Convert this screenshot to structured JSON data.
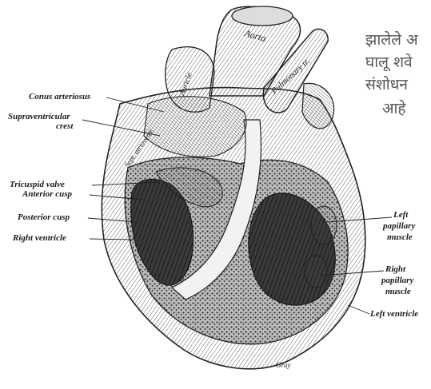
{
  "side_text": {
    "line1": "झालेले अ",
    "line2": "घालू शवे",
    "line3": "संशोधन",
    "line4": "आहे"
  },
  "labels": {
    "conus_arteriosus": "Conus arteriosus",
    "supraventricular_crest_1": "Supraventricular",
    "supraventricular_crest_2": "crest",
    "tricuspid_valve": "Tricuspid valve",
    "anterior_cusp": "Anterior cusp",
    "posterior_cusp": "Posterior cusp",
    "right_ventricle": "Right ventricle",
    "left_papillary_1": "Left",
    "left_papillary_2": "papillary",
    "left_papillary_3": "muscle",
    "right_papillary_1": "Right",
    "right_papillary_2": "papillary",
    "right_papillary_3": "muscle",
    "left_ventricle": "Left ventricle"
  },
  "vessel_labels": {
    "aorta": "Aorta",
    "pulmonary": "Pulmonary tr.",
    "auricle": "Auricle",
    "septum": "Sept. atrioventr."
  },
  "signature": "Gray"
}
